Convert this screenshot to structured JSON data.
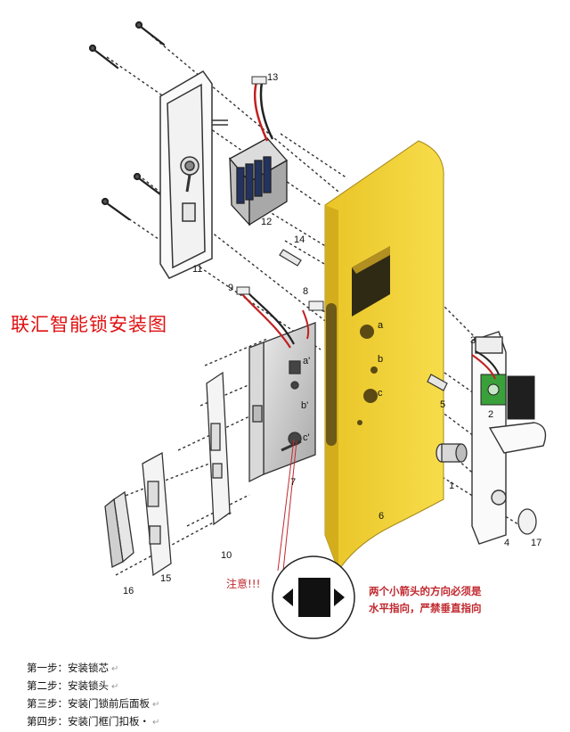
{
  "title": "联汇智能锁安装图",
  "attention": "注意!!!",
  "arrow_note": {
    "line1": "两个小箭头的方向必须是",
    "line2": "水平指向，严禁垂直指向"
  },
  "part_numbers": [
    "1",
    "2",
    "3",
    "4",
    "5",
    "6",
    "7",
    "8",
    "9",
    "10",
    "11",
    "12",
    "13",
    "14",
    "15",
    "16",
    "17"
  ],
  "hole_labels": [
    "a",
    "b",
    "c",
    "a'",
    "b'",
    "c'"
  ],
  "steps": [
    {
      "text": "第一步：安装锁芯",
      "mark": "↵"
    },
    {
      "text": "第二步：安装锁头",
      "mark": "↵"
    },
    {
      "text": "第三步：安装门锁前后面板",
      "mark": "↵"
    },
    {
      "text": "第四步：安装门框门扣板・",
      "mark": "↵"
    }
  ],
  "colors": {
    "door_face": "#f2d43a",
    "door_edge": "#d4ad1c",
    "title_red": "#e01010",
    "note_red": "#c0282e",
    "pcb_green": "#3aa03a"
  }
}
